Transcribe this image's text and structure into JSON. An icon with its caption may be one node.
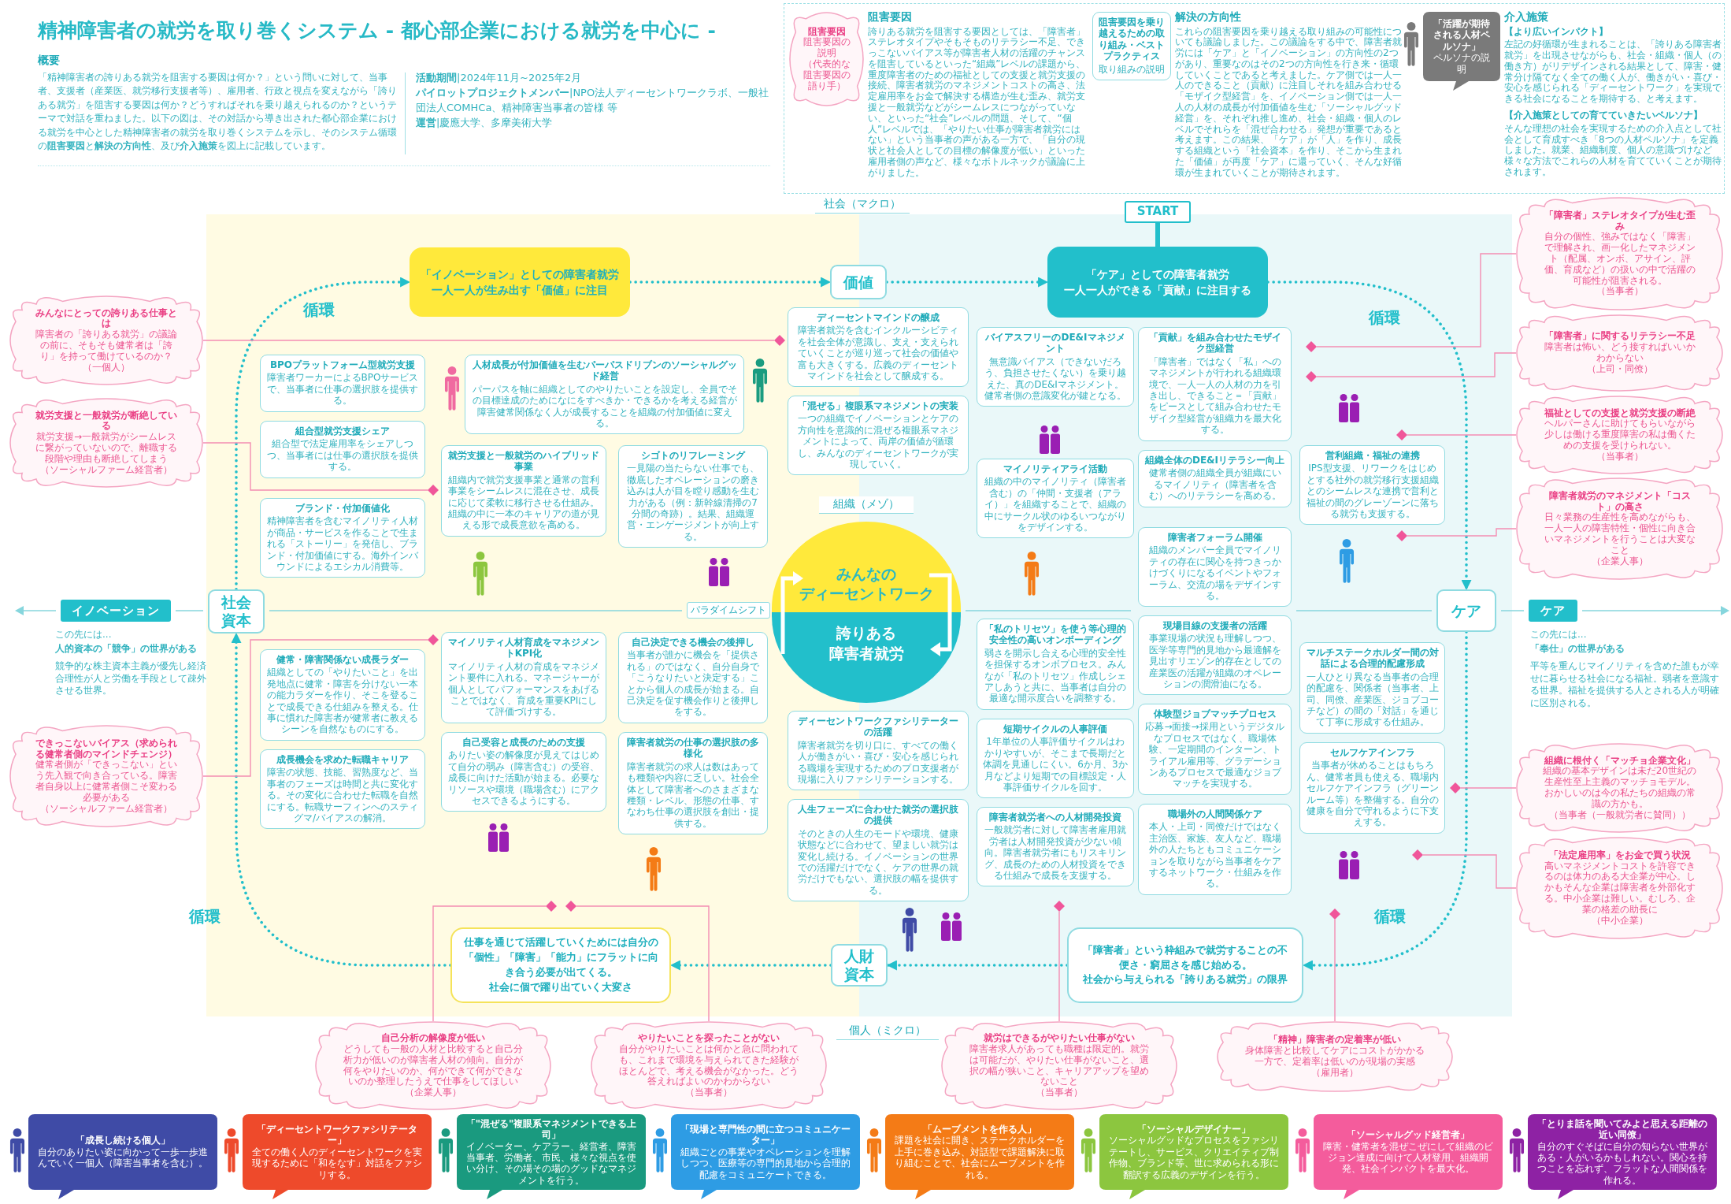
{
  "diagram": {
    "title": "精神障害者の就労を取り巻くシステム - 都心部企業における就労を中心に -",
    "nodes": [
      {
        "text": [
          "阻害要因",
          "誇りある就労を阻害する要因としては、「障害者」ステレオタイプやそもそものリテラシー不足、できっこないバイアス等が障害者人材の活躍のチャンスを阻害しているといった“組織”レベルの課題から、重度障害者のための福祉としての支援と就労支援の接続、障害者就労のマネジメントコストの高さ、法定雇用率をお金で解決する構造が生む歪み、就労支援と一般就労などがシームレスにつながっていない、といった“社会”レベルの問題、そして、“個人”レベルでは、「やりたい仕事が障害者就労にはない」という当事者の声がある一方で、「自分の現状と社会人としての目標の解像度が低い」といった雇用者側の声など、様々なボトルネックが議論に上がりました。",
          "解決の方向性",
          "これらの阻害要因を乗り越える取り組みの可能性についても議論しました。この議論をする中で、障害者就労には「ケア」と「イノベーション」の方向性の2つがあり、重要なのはその2つの方向性を行き来・循環していくことであると考えました。ケア側では一人一人のできること（貢献）に注目しそれを組み合わせる「モザイク型経営」を、イノベーション側では一人一人の人材の成長が付加価値を生む「ソーシャルグッド経営」を、それぞれ推し進め、社会・組織・個人のレベルでそれらを「混ぜ合わせる」発想が重要であると考えます。この結果、「ケア」が「人」を作り、成長する組織という「社会資本」を作り、そこから生まれた「価値」が再度「ケア」に還っていく、そんな好循環が生まれていくことが期待されます。",
          "介入施策",
          "【より広いインパクト】",
          "左記の好循環が生まれることは、「誇りある障害者就労」を出現させながらも、社会・組織・個人（の働き方）がリデザインされる結果として、障害・健常分け隔てなく全ての働く人が、働きがい・喜び・安心を感じられる「ディーセントワーク」を実現できる社会になることを期待する、と考えます。",
          "【介入施策としての育てていきたいペルソナ】",
          "そんな理想の社会を実現するための介入点として社会として育成すべき「8つの人材ペルソナ」を定義しました。就業、組織制度、個人の意識づけなど様々な方法でこれらの人材を育てていくことが期待されます。"
        ]
      },
      {
        "text": [
          "阻害要因",
          "阻害要因の説明",
          "（代表的な阻害要因の語り手）"
        ],
        "in": 0
      },
      {
        "text": [
          "阻害要因を乗り越えるための取り組み・ベストプラクティス",
          "取り組みの説明"
        ],
        "in": 0
      },
      {
        "text": [
          "「活躍が期待される人材ペルソナ」",
          "ペルソナの説明"
        ],
        "in": 0
      },
      {
        "text": [
          "START"
        ]
      },
      {
        "text": [
          "「ケア」としての障害者就労",
          "一人一人ができる「貢献」に注目する"
        ]
      },
      {
        "text": [
          "価値"
        ]
      },
      {
        "text": [
          "「イノベーション」としての障害者就労",
          "一人一人が生み出す「価値」に注目"
        ]
      },
      {
        "text": [
          "ケア"
        ]
      },
      {
        "text": [
          "「障害者」という枠組みで就労することの不便さ・窮屈さを感じ始める。",
          "社会から与えられる「誇りある就労」の限界"
        ]
      },
      {
        "text": [
          "人財資本"
        ]
      },
      {
        "text": [
          "仕事を通じて活躍していくためには自分の「個性」「障害」「能力」にフラットに向き合う必要が出てくる。",
          "社会に個で躍り出ていく大変さ"
        ]
      },
      {
        "text": [
          "社会資本"
        ]
      },
      {
        "text": [
          "みんなのディーセントワーク",
          "誇りある障害者就労"
        ]
      },
      {
        "text": [
          "イノベーション"
        ],
        "beside": [
          "この先には...",
          "人的資本の「競争」の世界がある",
          "競争的な株主資本主義が優先し経済合理性が人と労働を手段として疎外させる世界。"
        ]
      },
      {
        "text": [
          "ケア"
        ],
        "beside": [
          "この先には...",
          "「奉仕」の世界がある",
          "平等を重んじマイノリティを含めた誰もが幸せに暮らせる社会になる福祉。弱者を意識する世界。福祉を提供する人とされる人が明確に区別される。"
        ]
      },
      {
        "text": [
          "人材成長が付加価値を生むパーパスドリブンのソーシャルグッド経営",
          "パーパスを軸に組織としてのやりたいことを設定し、全員でその目標達成のためになにをすべきか・できるかを考える経営が障害健常関係なく人が成長することを組織の付加価値に変える。"
        ]
      },
      {
        "text": [
          "BPOプラットフォーム型就労支援",
          "障害者ワーカーによるBPOサービスで、当事者に仕事の選択肢を提供する。"
        ]
      },
      {
        "text": [
          "組合型就労支援シェア",
          "組合型で法定雇用率をシェアしつつ、当事者には仕事の選択肢を提供する。"
        ]
      },
      {
        "text": [
          "就労支援と一般就労のハイブリッド事業",
          "組織内で就労支援事業と通常の営利事業をシームレスに混在させ、成長に応じて柔軟に移行させる仕組み。組織の中に一本のキャリアの道が見える形で成長意欲を高める。"
        ]
      },
      {
        "text": [
          "ブランド・付加価値化",
          "精神障害者を含むマイノリティ人材が商品・サービスを作ることで生まれる「ストーリー」を発信し、ブランド・付加価値にする。海外インバウンドによるエシカル消費等。"
        ]
      },
      {
        "text": [
          "シゴトのリフレーミング",
          "一見陽の当たらない仕事でも、徹底したオペレーションの磨き込みは人が目を瞠り感動を生む力がある（例：新幹線清掃の7分間の奇跡）。結果、組織運営・エンゲージメントが向上する。"
        ]
      },
      {
        "text": [
          "マイノリティ人材育成をマネジメントKPI化",
          "マイノリティ人材の育成をマネジメント要件に入れる。マネージャーが個人としてパフォーマンスをあげることではなく、育成を重要KPIにして評価づけする。"
        ]
      },
      {
        "text": [
          "健常・障害関係ない成長ラダー",
          "組織としての「やりたいこと」を出発地点に健常・障害を分けない一本の能力ラダーを作り、そこを登ることで成長できる仕組みを整える。仕事に慣れた障害者が健常者に教えるシーンを自然なものにする。"
        ]
      },
      {
        "text": [
          "自己受容と成長のための支援",
          "ありたい姿の解像度が見えてはじめて自分の弱み（障害含む）の受容、成長に向けた活動が始まる。必要なリソースや環境（職場含む）にアクセスできるようにする。"
        ]
      },
      {
        "text": [
          "自己決定できる機会の後押し",
          "当事者が誰かに機会を「提供される」のではなく、自分自身で「こうなりたいと決定する」ことから個人の成長が始まる。自己決定を促す機会作りと後押しをする。"
        ]
      },
      {
        "text": [
          "成長機会を求めた転職キャリア",
          "障害の状態、技能、習熟度など、当事者のフェーズは時間と共に変化する。その変化に合わせた転職を自然にする。転職サーフィンへのスティグマ/バイアスの解消。"
        ]
      },
      {
        "text": [
          "障害者就労の仕事の選択肢の多様化",
          "障害者就労の求人は数はあっても種類や内容に乏しい。社会全体として障害者へのさまざまな種類・レベル、形態の仕事、すなわち仕事の選択肢を創出・提供する。"
        ]
      },
      {
        "text": [
          "ディーセントマインドの醸成",
          "障害者就労を含むインクルーシビティを社会全体が意識し、支え・支えられていくことが巡り巡って社会の価値や富も大きくする。広義のディーセントマインドを社会として醸成する。"
        ]
      },
      {
        "text": [
          "「混ぜる」複眼系マネジメントの実装",
          "一つの組織でイノベーションとケアの方向性を意識的に混ぜる複眼系マネジメントによって、両岸の価値が循環し、みんなのディーセントワークが実現していく。"
        ]
      },
      {
        "text": [
          "ディーセントワークファシリテーターの活躍",
          "障害者就労を切り口に、すべての働く人が働きがい・喜び・安心を感じられる職場を実現するためのプロ支援者が現場に入りファシリテーションする。"
        ]
      },
      {
        "text": [
          "人生フェーズに合わせた就労の選択肢の提供",
          "そのときの人生のモードや環境、健康状態などに合わせて、望ましい就労は変化し続ける。イノベーションの世界での活躍だけでなく、ケアの世界の就労だけでもない、選択肢の幅を提供する。"
        ]
      },
      {
        "text": [
          "障害者就労者への人材開発投資",
          "一般就労者に対して障害者雇用就労者は人材開発投資が少ない傾向。障害者就労者にもリスキリング、成長のための人材投資をできる仕組みで成長を支援する。"
        ]
      },
      {
        "text": [
          "「貢献」を組み合わせたモザイク型経営",
          "「障害者」ではなく「私」へのマネジメントが行われる組織環境で、一人一人の人材の力を引き出し、できること＝「貢献」をピースとして組み合わせたモザイク型経営が組織力を最大化する。"
        ]
      },
      {
        "text": [
          "バイアスフリーのDE&Iマネジメント",
          "無意識バイアス（できないだろう、負担させたくない）を乗り越えた、真のDE&Iマネジメント。健常者側の意識変化が鍵となる。"
        ]
      },
      {
        "text": [
          "組織全体のDE&Iリテラシー向上",
          "健常者側の組織全員が組織にいるマイノリティ（障害者を含む）へのリテラシーを高める。"
        ]
      },
      {
        "text": [
          "営利組織・福祉の連携",
          "IPS型支援、リワークをはじめとする社外の就労移行支援組織とのシームレスな連携で営利と福祉の間のグレーゾーンに落ちる就労も支援する。"
        ]
      },
      {
        "text": [
          "障害者フォーラム開催",
          "組織のメンバー全員でマイノリティの存在に関心を持つきっかけづくりになるイベントやフォーラム、交流の場をデザインする。"
        ]
      },
      {
        "text": [
          "マイノリティアライ活動",
          "組織の中のマイノリティ（障害者含む）の「仲間・支援者（アライ）」を組織することで、組織の中にサークル状のゆるいつながりをデザインする。"
        ]
      },
      {
        "text": [
          "現場目線の支援者の活躍",
          "事業現場の状況も理解しつつ、医学等専門的見地から最適解を見出すリエゾン的存在としての産業医の活躍が組織のオペレーションの潤滑油になる。"
        ]
      },
      {
        "text": [
          "マルチステークホルダー間の対話による合理的配慮形成",
          "一人ひとり異なる当事者の合理的配慮を、関係者（当事者、上司、同僚、産業医、ジョブコーチなど）の間の「対話」を通じて丁寧に形成する仕組み。"
        ]
      },
      {
        "text": [
          "「私のトリセツ」を使う等心理的安全性の高いオンボーディング",
          "弱さを開示し合える心理的安全性を担保するオンボプロセス。みんなが「私のトリセツ」作成しシェアしあうと共に、当事者は自分の最適な開示度合いを調整する。"
        ]
      },
      {
        "text": [
          "体験型ジョブマッチプロセス",
          "応募→面接→採用というデジタルなプロセスではなく、職場体験、一定期間のインターン、トライアル雇用等、グラデーションあるプロセスで最適なジョブマッチを実現する。"
        ]
      },
      {
        "text": [
          "セルフケアインフラ",
          "当事者が休めることはもちろん、健常者員も使える、職場内セルフケアインフラ（グリーンルーム等）を整備する。自分の健康を自分で守れるように下支えする。"
        ]
      },
      {
        "text": [
          "短期サイクルの人事評価",
          "1年単位の人事評価サイクルはわかりやすいが、そこまで長期だと体調を見通しにくい。6か月、3か月などより短期での目標設定・人事評価サイクルを回す。"
        ]
      },
      {
        "text": [
          "職場外の人間関係ケア",
          "本人・上司・同僚だけではなく主治医、家族、友人など、職場外の人たちともコミュニケーションを取りながら当事者をケアするネットワーク・仕組みを作る。"
        ]
      },
      {
        "text": [
          "みんなにとっての誇りある仕事とは",
          "障害者の「誇りある就労」の議論の前に、そもそも健常者は「誇り」を持って働けているのか？",
          "（一個人）"
        ]
      },
      {
        "text": [
          "就労支援と一般就労が断絶している",
          "就労支援→一般就労がシームレスに繋がっていないので、離職する段階や理由も断絶してしまう",
          "（ソーシャルファーム経営者）"
        ]
      },
      {
        "text": [
          "できっこないバイアス（求められる健常者側のマインドチェンジ）",
          "健常者側が「できっこない」という先入観で向き合っている。障害者自身以上に健常者側こそ変わる必要がある",
          "（ソーシャルファーム経営者）"
        ]
      },
      {
        "text": [
          "自己分析の解像度が低い",
          "どうしても一般の人材と比較すると自己分析力が低いのが障害者人材の傾向。自分が何をやりたいのか、何ができて何ができないのか整理したうえで仕事をしてほしい",
          "（企業人事）"
        ]
      },
      {
        "text": [
          "やりたいことを探ったことがない",
          "自分がやりたいことは何かと急に問われても、これまで環境を与えられてきた経験がほとんどで、考える機会がなかった。どう答えればよいのかわからない",
          "（当事者）"
        ]
      },
      {
        "text": [
          "就労はできるがやりたい仕事がない",
          "障害者求人があっても職種は限定的。就労は可能だが、やりたい仕事がないこと、選択の幅が狭いこと、キャリアアップを望めないこと",
          "（当事者）"
        ]
      },
      {
        "text": [
          "「精神」障害者の定着率が低い",
          "身体障害と比較してケアにコストがかかる一方で、定着率は低いのが現場の実感",
          "（雇用者）"
        ]
      },
      {
        "text": [
          "「障害者」ステレオタイプが生む歪み",
          "自分の個性、強みではなく「障害」で理解され、画一化したマネジメント（配属、オンボ、アサイン、評価、育成など）の扱いの中で活躍の可能性が阻害される。",
          "（当事者）"
        ]
      },
      {
        "text": [
          "「障害者」に関するリテラシー不足",
          "障害者は怖い、どう接すればいいかわからない",
          "（上司・同僚）"
        ]
      },
      {
        "text": [
          "福祉としての支援と就労支援の断絶",
          "ヘルパーさんに助けてもらいながら少しは働ける重度障害の私は働くための支援を受けられない。",
          "（当事者）"
        ]
      },
      {
        "text": [
          "障害者就労のマネジメント「コスト」の高さ",
          "日々業務の生産性を高めながらも、一人一人の障害特性・個性に向き合いマネジメントを行うことは大変なこと",
          "（企業人事）"
        ]
      },
      {
        "text": [
          "組織に根付く「マッチョ企業文化」",
          "組織の基本デザインは未だ20世紀の生産性至上主義のマッチョモデル。おかしいのは今の私たちの組織の常識の方かも。",
          "（当事者（一般就労者に賛同））"
        ]
      },
      {
        "text": [
          "「法定雇用率」をお金で買う状況",
          "高いマネジメントコストを許容できるのは体力のある大企業が中心。しかもそんな企業は障害者を外部化する。中小企業は難しい。むしろ、企業の格差の助長に",
          "（中小企業）"
        ]
      },
      {
        "text": [],
        "shape": "diamond"
      },
      {
        "text": [],
        "shape": "diamond"
      },
      {
        "text": [],
        "shape": "diamond"
      },
      {
        "text": [],
        "shape": "diamond"
      },
      {
        "text": [],
        "shape": "diamond"
      },
      {
        "text": [],
        "shape": "diamond"
      },
      {
        "text": [],
        "shape": "diamond"
      },
      {
        "text": [],
        "shape": "diamond"
      },
      {
        "text": [],
        "shape": "diamond"
      },
      {
        "text": [],
        "shape": "diamond"
      },
      {
        "text": [],
        "shape": "diamond"
      },
      {
        "text": [],
        "shape": "diamond"
      },
      {
        "text": [],
        "shape": "diamond"
      },
      {
        "text": [
          "「成長し続ける個人」",
          "自分のありたい姿に向かって一歩一歩進んでいく一個人（障害当事者を含む）。"
        ]
      },
      {
        "text": [
          "「ディーセントワークファシリテーター」",
          "全ての働く人のディーセントワークを実現するために「和をなす」対話をファシリする。"
        ]
      },
      {
        "text": [
          "「\"混ぜる\"複眼系マネジメントできる上司」",
          "イノベーター、ケアラー、経営者、障害当事者、労働者、市民、様々な視点を使い分け、その場その場のグッドなマネジメントを行う。"
        ]
      },
      {
        "text": [
          "「現場と専門性の間に立つコミュニケーター」",
          "組織ごとの事業やオペレーションを理解しつつ、医療等の専門的見地から合理的配慮をコミュニケートできる。"
        ]
      },
      {
        "text": [
          "「ムーブメントを作る人」",
          "課題を社会に開き、ステークホルダーを上手に巻き込み、対話型で課題解決に取り組むことで、社会にムーブメントを作れる。"
        ]
      },
      {
        "text": [
          "「ソーシャルデザイナー」",
          "ソーシャルグッドなプロセスをファシリテートし、サービス、クリエイティブ制作物、ブランド等、世に求められる形に翻訳する広義のデザインを行う。"
        ]
      },
      {
        "text": [
          "「ソーシャルグッド経営者」",
          "障害・健常者を混ぜこぜにして組織のビジョン達成に向けて人材登用、組織開発、社会インパクトを最大化。"
        ]
      },
      {
        "text": [
          "「とりま話を聞いてみよと思える距離の近い同僚」",
          "自分のすぐそばに自分の知らない世界がある・人がいるかもしれない。関心を持つことを忘れず、フラットな人間関係を作れる。"
        ]
      }
    ],
    "edges": [
      {
        "from": 4,
        "to": 5,
        "arrow": "none",
        "style": "thick",
        "color": "#22bfcb"
      },
      {
        "from": 12,
        "to": 7,
        "arrow": "to",
        "style": "dashed",
        "color": "#22bfcb"
      },
      {
        "from": 7,
        "to": 6,
        "arrow": "to",
        "style": "dashed",
        "color": "#22bfcb"
      },
      {
        "from": 6,
        "to": 5,
        "arrow": "to",
        "style": "dashed",
        "color": "#22bfcb"
      },
      {
        "from": 5,
        "to": 8,
        "arrow": "to",
        "style": "dashed",
        "color": "#22bfcb"
      },
      {
        "from": 8,
        "to": 9,
        "arrow": "to",
        "style": "dashed",
        "color": "#22bfcb"
      },
      {
        "from": 9,
        "to": 10,
        "arrow": "to",
        "style": "dashed",
        "color": "#22bfcb"
      },
      {
        "from": 10,
        "to": 11,
        "arrow": "to",
        "style": "dashed",
        "color": "#22bfcb"
      },
      {
        "from": 11,
        "to": 12,
        "arrow": "to",
        "style": "dashed",
        "color": "#22bfcb"
      },
      {
        "from": 46,
        "to": 59,
        "arrow": "none"
      },
      {
        "from": 47,
        "to": 60,
        "arrow": "none"
      },
      {
        "from": 48,
        "to": 61,
        "arrow": "none"
      },
      {
        "from": 49,
        "to": 62,
        "arrow": "none"
      },
      {
        "from": 50,
        "to": 63,
        "arrow": "none"
      },
      {
        "from": 51,
        "to": 64,
        "arrow": "none"
      },
      {
        "from": 52,
        "to": 65,
        "arrow": "none"
      },
      {
        "from": 53,
        "to": 66,
        "arrow": "none"
      },
      {
        "from": 54,
        "to": 67,
        "arrow": "none"
      },
      {
        "from": 55,
        "to": 68,
        "arrow": "none"
      },
      {
        "from": 56,
        "to": 69,
        "arrow": "none"
      },
      {
        "from": 57,
        "to": 70,
        "arrow": "none"
      },
      {
        "from": 58,
        "to": 71,
        "arrow": "none"
      }
    ],
    "labels": [
      "概要",
      "「精神障害者の誇りある就労を阻害する要因は何か？」という問いに対して、当事者、支援者（産業医、就労移行支援者等）、雇用者、行政と視点を変えながら「誇りある就労」を阻害する要因は何か？どうすればそれを乗り越えられるのか？というテーマで対話を重ねました。以下の図は、その対話から導き出された都心部企業における就労を中心とした精神障害者の就労を取り巻くシステムを示し、そのシステム循環の**阻害要因**と**解決の方向性**、及び**介入施策**を図上に記載しています。",
      "**活動期間**|2024年11月~2025年2月",
      "**パイロットプロジェクトメンバー**|NPO法人ディーセントワークラボ、一般社団法人COMHCa、精神障害当事者の皆様 等",
      "**運営**|慶應大学、多摩美術大学",
      "社会（マクロ）",
      "組織（メゾ）",
      "パラダイムシフト",
      "個人（ミクロ）",
      "循環",
      "循環",
      "循環",
      "循環"
    ]
  }
}
